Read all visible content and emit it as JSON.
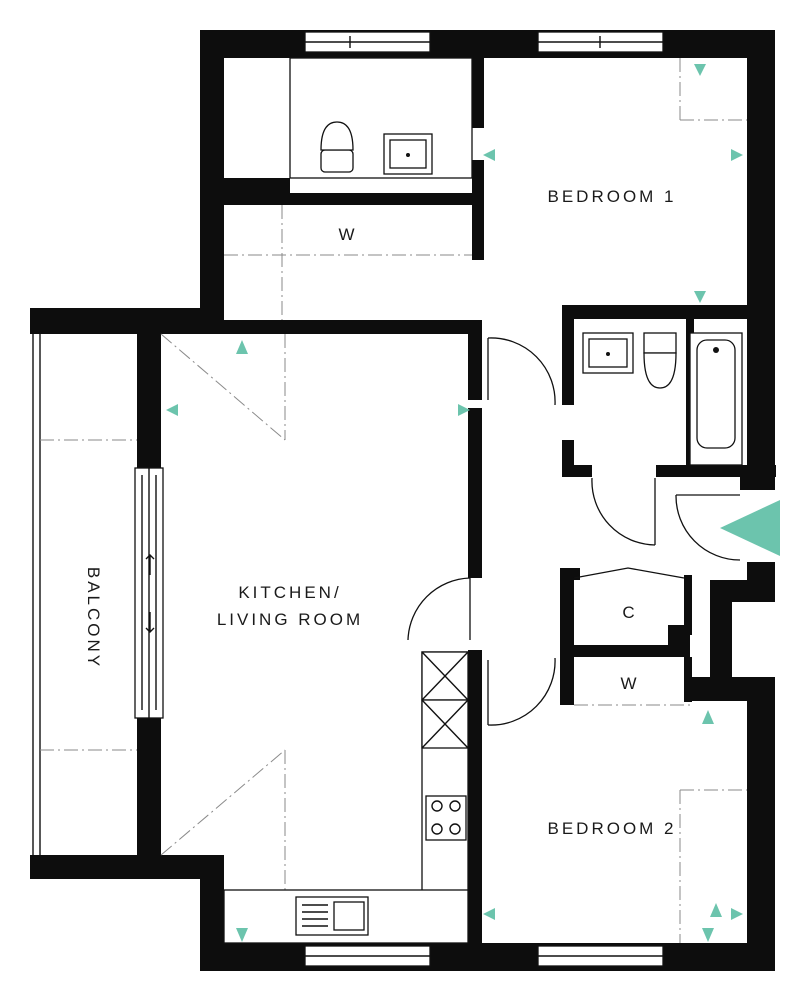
{
  "rooms": {
    "bedroom1": "BEDROOM 1",
    "bedroom2": "BEDROOM 2",
    "kitchen_line1": "KITCHEN/",
    "kitchen_line2": "LIVING ROOM",
    "balcony": "BALCONY",
    "wardrobe_top": "W",
    "wardrobe_bottom": "W",
    "cupboard": "C"
  },
  "colors": {
    "wall": "#0d0d0d",
    "accent_marker": "#6cc4ad"
  },
  "icons": [
    "entrance-arrow-icon",
    "hob-icon",
    "sink-icon",
    "toilet-icon",
    "bath-icon",
    "basin-icon"
  ]
}
